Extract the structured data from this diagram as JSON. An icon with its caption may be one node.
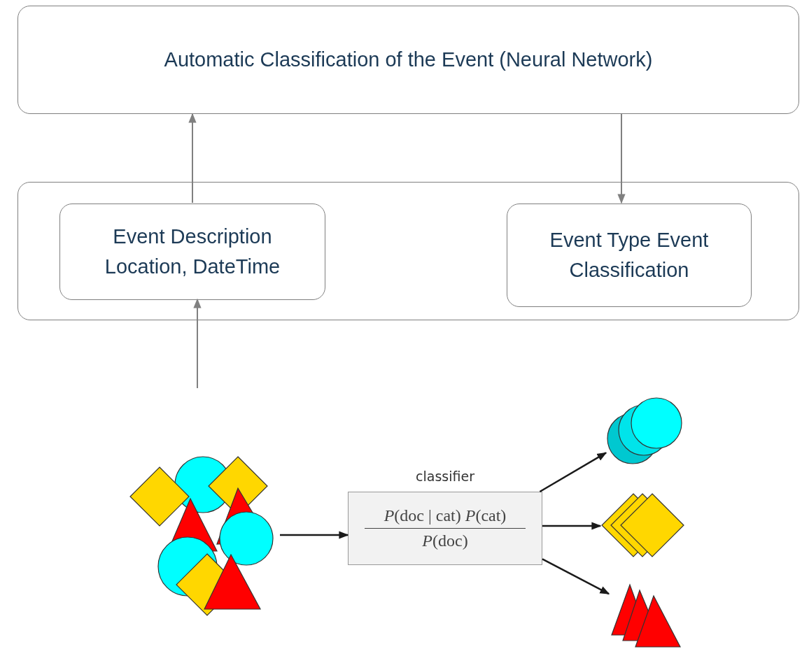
{
  "diagram": {
    "nodes": [
      {
        "text": [
          "Automatic Classification of the Event (Neural Network)"
        ]
      },
      {
        "text": [],
        "shape": "box"
      },
      {
        "text": [
          "Event Description Location, DateTime"
        ],
        "in": 1
      },
      {
        "text": [
          "Event Type Event Classification"
        ],
        "in": 1
      },
      {
        "text": [],
        "shape": "picture"
      },
      {
        "text": [
          "classifier",
          "*P*(doc | cat) *P*(cat)",
          "*P*(doc)"
        ]
      },
      {
        "text": [],
        "shape": "circle"
      },
      {
        "text": [],
        "shape": "picture"
      },
      {
        "text": [],
        "shape": "picture"
      }
    ],
    "edges": [
      {
        "from": 2,
        "to": 0,
        "arrow": "to",
        "color": "#808080"
      },
      {
        "from": 0,
        "to": 3,
        "arrow": "to",
        "color": "#808080"
      },
      {
        "from": null,
        "to": 2,
        "arrow": "to",
        "color": "#808080"
      },
      {
        "from": 4,
        "to": 5,
        "arrow": "to"
      },
      {
        "from": 5,
        "to": 6,
        "arrow": "to"
      },
      {
        "from": 5,
        "to": 7,
        "arrow": "to"
      },
      {
        "from": 5,
        "to": 8,
        "arrow": "to"
      }
    ]
  }
}
